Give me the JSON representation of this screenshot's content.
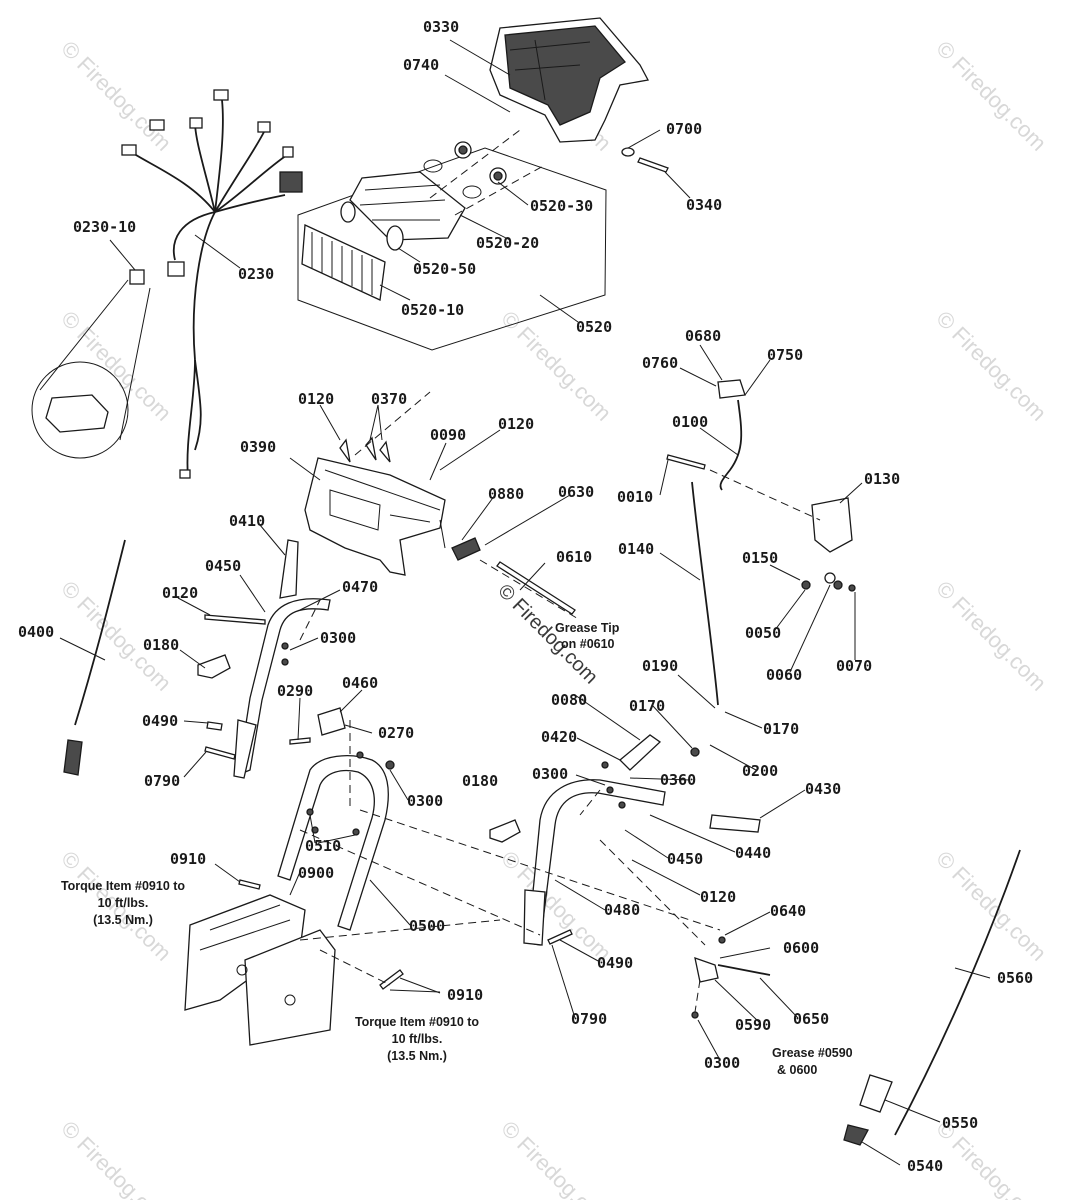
{
  "watermark": "© Firedog.com",
  "center_watermark": "© Firedog.com",
  "notes": {
    "grease_tip": [
      "Grease Tip",
      "on #0610"
    ],
    "torque_left": [
      "Torque Item #0910 to",
      "10 ft/lbs.",
      "(13.5 Nm.)"
    ],
    "torque_bottom": [
      "Torque Item #0910 to",
      "10 ft/lbs.",
      "(13.5 Nm.)"
    ],
    "grease_0590": [
      "Grease #0590",
      "& 0600"
    ]
  },
  "labels": {
    "p0330": "0330",
    "p0740": "0740",
    "p0700": "0700",
    "p0340": "0340",
    "p0520_30": "0520-30",
    "p0520_20": "0520-20",
    "p0520_50": "0520-50",
    "p0520_10": "0520-10",
    "p0520": "0520",
    "p0230_10": "0230-10",
    "p0230": "0230",
    "p0680": "0680",
    "p0760": "0760",
    "p0750": "0750",
    "p0100": "0100",
    "p0010": "0010",
    "p0130": "0130",
    "p0120a": "0120",
    "p0370": "0370",
    "p0090": "0090",
    "p0120b": "0120",
    "p0390": "0390",
    "p0880": "0880",
    "p0630": "0630",
    "p0410": "0410",
    "p0450a": "0450",
    "p0470": "0470",
    "p0120c": "0120",
    "p0300a": "0300",
    "p0610": "0610",
    "p0140": "0140",
    "p0150": "0150",
    "p0050": "0050",
    "p0060": "0060",
    "p0070": "0070",
    "p0400": "0400",
    "p0180a": "0180",
    "p0290": "0290",
    "p0460": "0460",
    "p0270": "0270",
    "p0490a": "0490",
    "p0790a": "0790",
    "p0300b": "0300",
    "p0080": "0080",
    "p0190": "0190",
    "p0170a": "0170",
    "p0170b": "0170",
    "p0200": "0200",
    "p0420": "0420",
    "p0300c": "0300",
    "p0360": "0360",
    "p0430": "0430",
    "p0180b": "0180",
    "p0510": "0510",
    "p0440": "0440",
    "p0450b": "0450",
    "p0910a": "0910",
    "p0900": "0900",
    "p0500": "0500",
    "p0480": "0480",
    "p0120d": "0120",
    "p0640": "0640",
    "p0600": "0600",
    "p0560": "0560",
    "p0490b": "0490",
    "p0650": "0650",
    "p0590": "0590",
    "p0910b": "0910",
    "p0790b": "0790",
    "p0300d": "0300",
    "p0550": "0550",
    "p0540": "0540"
  }
}
